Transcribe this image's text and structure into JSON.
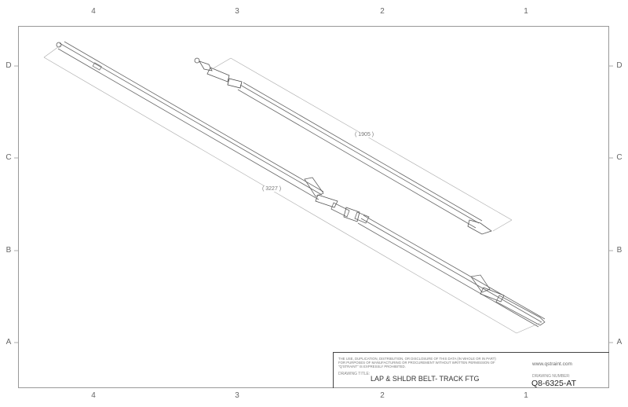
{
  "zones": {
    "columns": [
      "4",
      "3",
      "2",
      "1"
    ],
    "rows": [
      "D",
      "C",
      "B",
      "A"
    ]
  },
  "dimensions": {
    "shoulder_belt": "( 1905 )",
    "lap_belt": "( 3227 )"
  },
  "title_block": {
    "disclaimer": "THE USE, DUPLICATION, DISTRIBUTION, OR DISCLOSURE OF THIS DATA (IN WHOLE OR IN PART) FOR PURPOSES OF MANUFACTURING OR PROCUREMENT WITHOUT WRITTEN PERMISSION OF \"Q'STRAINT\" IS EXPRESSLY PROHIBITED.",
    "drawing_title_label": "DRAWING TITLE:",
    "drawing_title": "LAP & SHLDR BELT- TRACK FTG",
    "website": "www.qstraint.com",
    "drawing_number_label": "DRAWING NUMBER:",
    "drawing_number": "Q8-6325-AT"
  },
  "colors": {
    "line": "#555555",
    "dim_line": "#999999",
    "frame": "#999999"
  }
}
